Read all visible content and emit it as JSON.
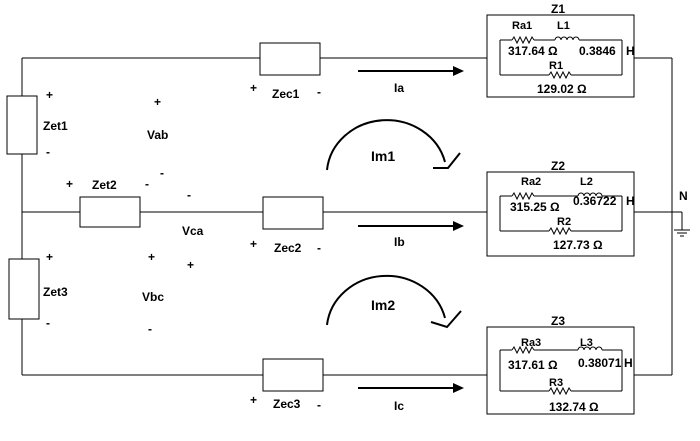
{
  "sources": {
    "zet1": "Zet1",
    "zet2": "Zet2",
    "zet3": "Zet3"
  },
  "line_impedances": {
    "zec1": "Zec1",
    "zec2": "Zec2",
    "zec3": "Zec3"
  },
  "voltages": {
    "vab": "Vab",
    "vca": "Vca",
    "vbc": "Vbc"
  },
  "currents": {
    "ia": "Ia",
    "ib": "Ib",
    "ic": "Ic"
  },
  "mesh_currents": {
    "im1": "Im1",
    "im2": "Im2"
  },
  "signs": {
    "plus": "+",
    "minus": "-"
  },
  "neutral": "N",
  "loads": [
    {
      "name": "Z1",
      "ra_name": "Ra1",
      "l_name": "L1",
      "r_name": "R1",
      "ra_value": "317.64 Ω",
      "l_value": "0.3846",
      "l_unit": "H",
      "r_value": "129.02 Ω"
    },
    {
      "name": "Z2",
      "ra_name": "Ra2",
      "l_name": "L2",
      "r_name": "R2",
      "ra_value": "315.25 Ω",
      "l_value": "0.36722",
      "l_unit": "H",
      "r_value": "127.73 Ω"
    },
    {
      "name": "Z3",
      "ra_name": "Ra3",
      "l_name": "L3",
      "r_name": "R3",
      "ra_value": "317.61 Ω",
      "l_value": "0.38071",
      "l_unit": "H",
      "r_value": "132.74 Ω"
    }
  ]
}
